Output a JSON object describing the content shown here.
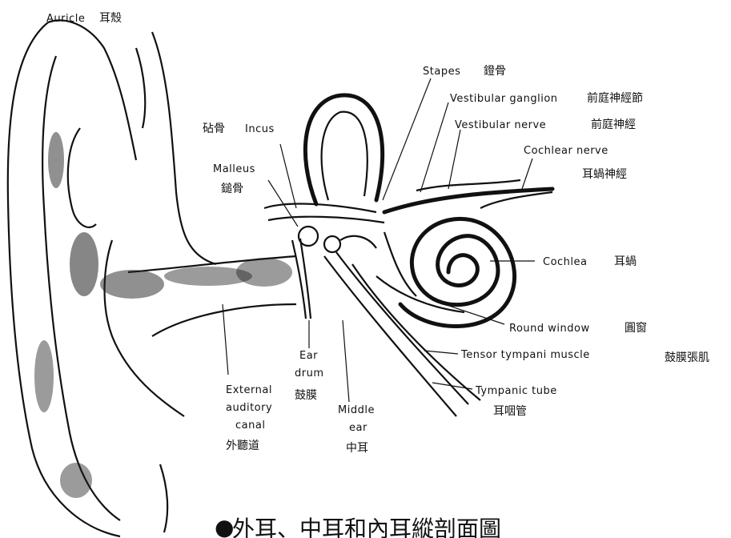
{
  "labels": {
    "auricle": {
      "en": "Auricle",
      "zh": "耳殼"
    },
    "stapes": {
      "en": "Stapes",
      "zh": "鐙骨"
    },
    "vestibular_ganglion": {
      "en": "Vestibular ganglion",
      "zh": "前庭神經節"
    },
    "incus": {
      "en": "Incus",
      "zh": "砧骨"
    },
    "vestibular_nerve": {
      "en": "Vestibular nerve",
      "zh": "前庭神經"
    },
    "cochlear_nerve": {
      "en": "Cochlear nerve",
      "zh": "耳蝸神經"
    },
    "malleus": {
      "en": "Malleus",
      "zh": "鎚骨"
    },
    "cochlea": {
      "en": "Cochlea",
      "zh": "耳蝸"
    },
    "round_window": {
      "en": "Round window",
      "zh": "圓窗"
    },
    "ear_drum": {
      "en_line1": "Ear",
      "en_line2": "drum",
      "zh": "鼓膜"
    },
    "tensor_tympani": {
      "en": "Tensor tympani muscle",
      "zh": "鼓膜張肌"
    },
    "external_canal": {
      "en_line1": "External",
      "en_line2": "auditory",
      "en_line3": "canal",
      "zh": "外聽道"
    },
    "middle_ear": {
      "en_line1": "Middle",
      "en_line2": "ear",
      "zh": "中耳"
    },
    "tympanic_tube": {
      "en": "Tympanic tube",
      "zh": "耳咽管"
    }
  },
  "caption": {
    "bullet": "●",
    "text": "外耳、中耳和內耳縱剖面圖"
  }
}
